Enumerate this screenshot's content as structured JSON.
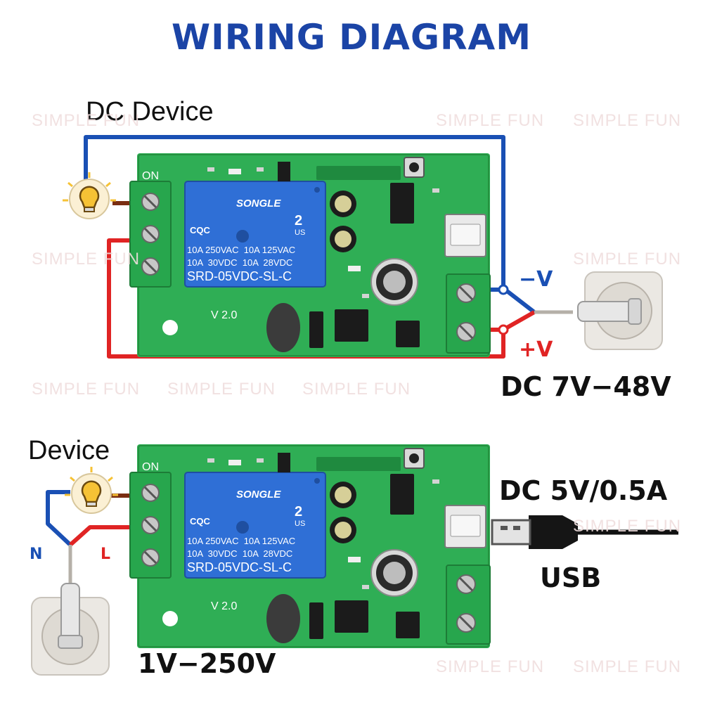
{
  "title": "WIRING DIAGRAM",
  "watermark": "SIMPLE FUN",
  "colors": {
    "title": "#1b44a6",
    "pcb": "#2fae55",
    "relay": "#2f6fd6",
    "terminal": "#27a64d",
    "wire_blue": "#1a50b4",
    "wire_red": "#e02424",
    "wire_brown": "#7a2e12",
    "minus_v": "#1a50b4",
    "plus_v": "#e02424"
  },
  "board": {
    "relay_brand": "SONGLE",
    "relay_rating_1": "10A 250VAC  10A 125VAC",
    "relay_rating_2": "10A  30VDC  10A  28VDC",
    "relay_model": "SRD-05VDC-SL-C",
    "relay_number": "2",
    "relay_cert": "CQC",
    "relay_us": "US",
    "label_on": "ON",
    "version": "V 2.0"
  },
  "top": {
    "device_label": "DC Device",
    "minus_label": "−V",
    "plus_label": "+V",
    "voltage_label": "DC 7V−48V",
    "icons": [
      "light-bulb-icon",
      "dc-power-plug-icon"
    ]
  },
  "bottom": {
    "device_label": "Device",
    "n_label": "N",
    "l_label": "L",
    "voltage_label": "1V−250V",
    "usb_power_label": "DC 5V/0.5A",
    "usb_label": "USB",
    "icons": [
      "light-bulb-icon",
      "ac-power-plug-icon",
      "usb-plug-icon"
    ]
  }
}
